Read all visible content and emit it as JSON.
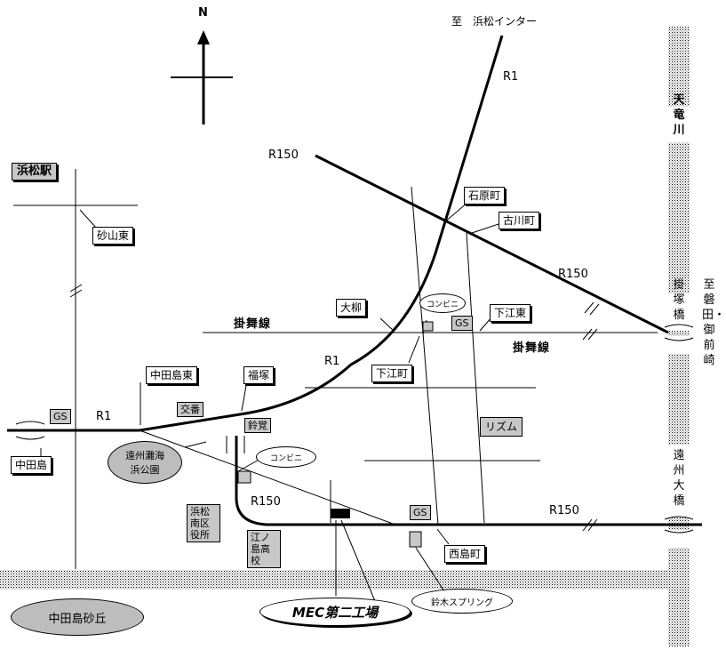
{
  "north_label": "N",
  "to_interchange": "至　浜松インター",
  "stations": {
    "hamamatsu": "浜松駅"
  },
  "river": "天竜川",
  "to_iwata": "至磐田・御前崎",
  "roads": {
    "r1_top": "R1",
    "r1_mid": "R1",
    "r1_left": "R1",
    "r150_top": "R150",
    "r150_right": "R150",
    "r150_bottom": "R150",
    "r150_mid": "R150",
    "kakemai_left": "掛舞線",
    "kakemai_right": "掛舞線"
  },
  "bridges": {
    "kakezuka": "掛塚橋",
    "enshu": "遠州大橋"
  },
  "intersections": {
    "sunayama_higashi": "砂山東",
    "ishiharacho": "石原町",
    "furukawacho": "古川町",
    "oyanagi": "大柳",
    "shimoe_higashi": "下江東",
    "shimoecho": "下江町",
    "nakatajima_higashi": "中田島東",
    "fukuzuka": "福塚",
    "nakatajima": "中田島",
    "nishijimacho": "西島町"
  },
  "gs": [
    "GS",
    "GS",
    "GS"
  ],
  "conbini": [
    "コンビニ",
    "コンビニ"
  ],
  "landmarks": {
    "koban": "交番",
    "suzukaku": "鈴覚",
    "rhythm": "リズム",
    "ward_office": "浜松南区役所",
    "enoshima_hs": "江ノ島高校",
    "park": "遠州灘海浜公園",
    "dunes": "中田島砂丘",
    "suzuki_spring": "鈴木スプリング"
  },
  "target": "MEC第二工場"
}
